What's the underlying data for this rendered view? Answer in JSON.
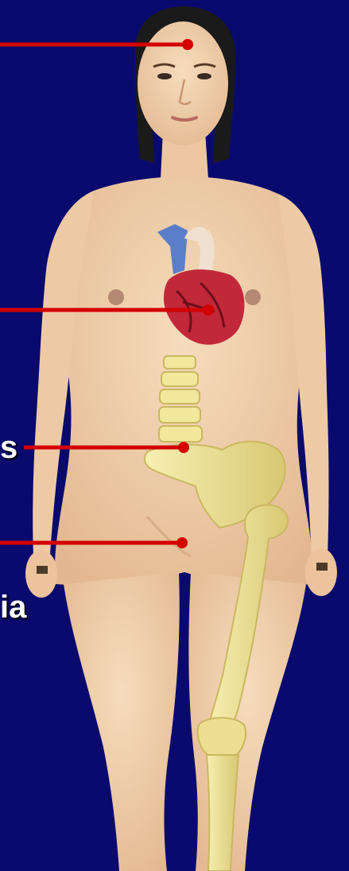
{
  "colors": {
    "background": "#0a0a6e",
    "skin": "#f1d2b0",
    "skin_shade": "#d9ad86",
    "hair": "#1a1a1a",
    "bone": "#f2e79a",
    "bone_shade": "#c9b861",
    "heart": "#c2283a",
    "vessel": "#5b7ec9",
    "pointer": "#d40000"
  },
  "icons": [
    "female-body-figure",
    "heart-organ",
    "spine-bones",
    "pelvis-bone",
    "femur-bone",
    "tibia-bone"
  ],
  "labels": [
    {
      "id": "brain",
      "text": ""
    },
    {
      "id": "heart",
      "text": ""
    },
    {
      "id": "vertebra",
      "text": "s"
    },
    {
      "id": "pelvis",
      "text": ""
    },
    {
      "id": "leg",
      "text": "ia"
    }
  ]
}
